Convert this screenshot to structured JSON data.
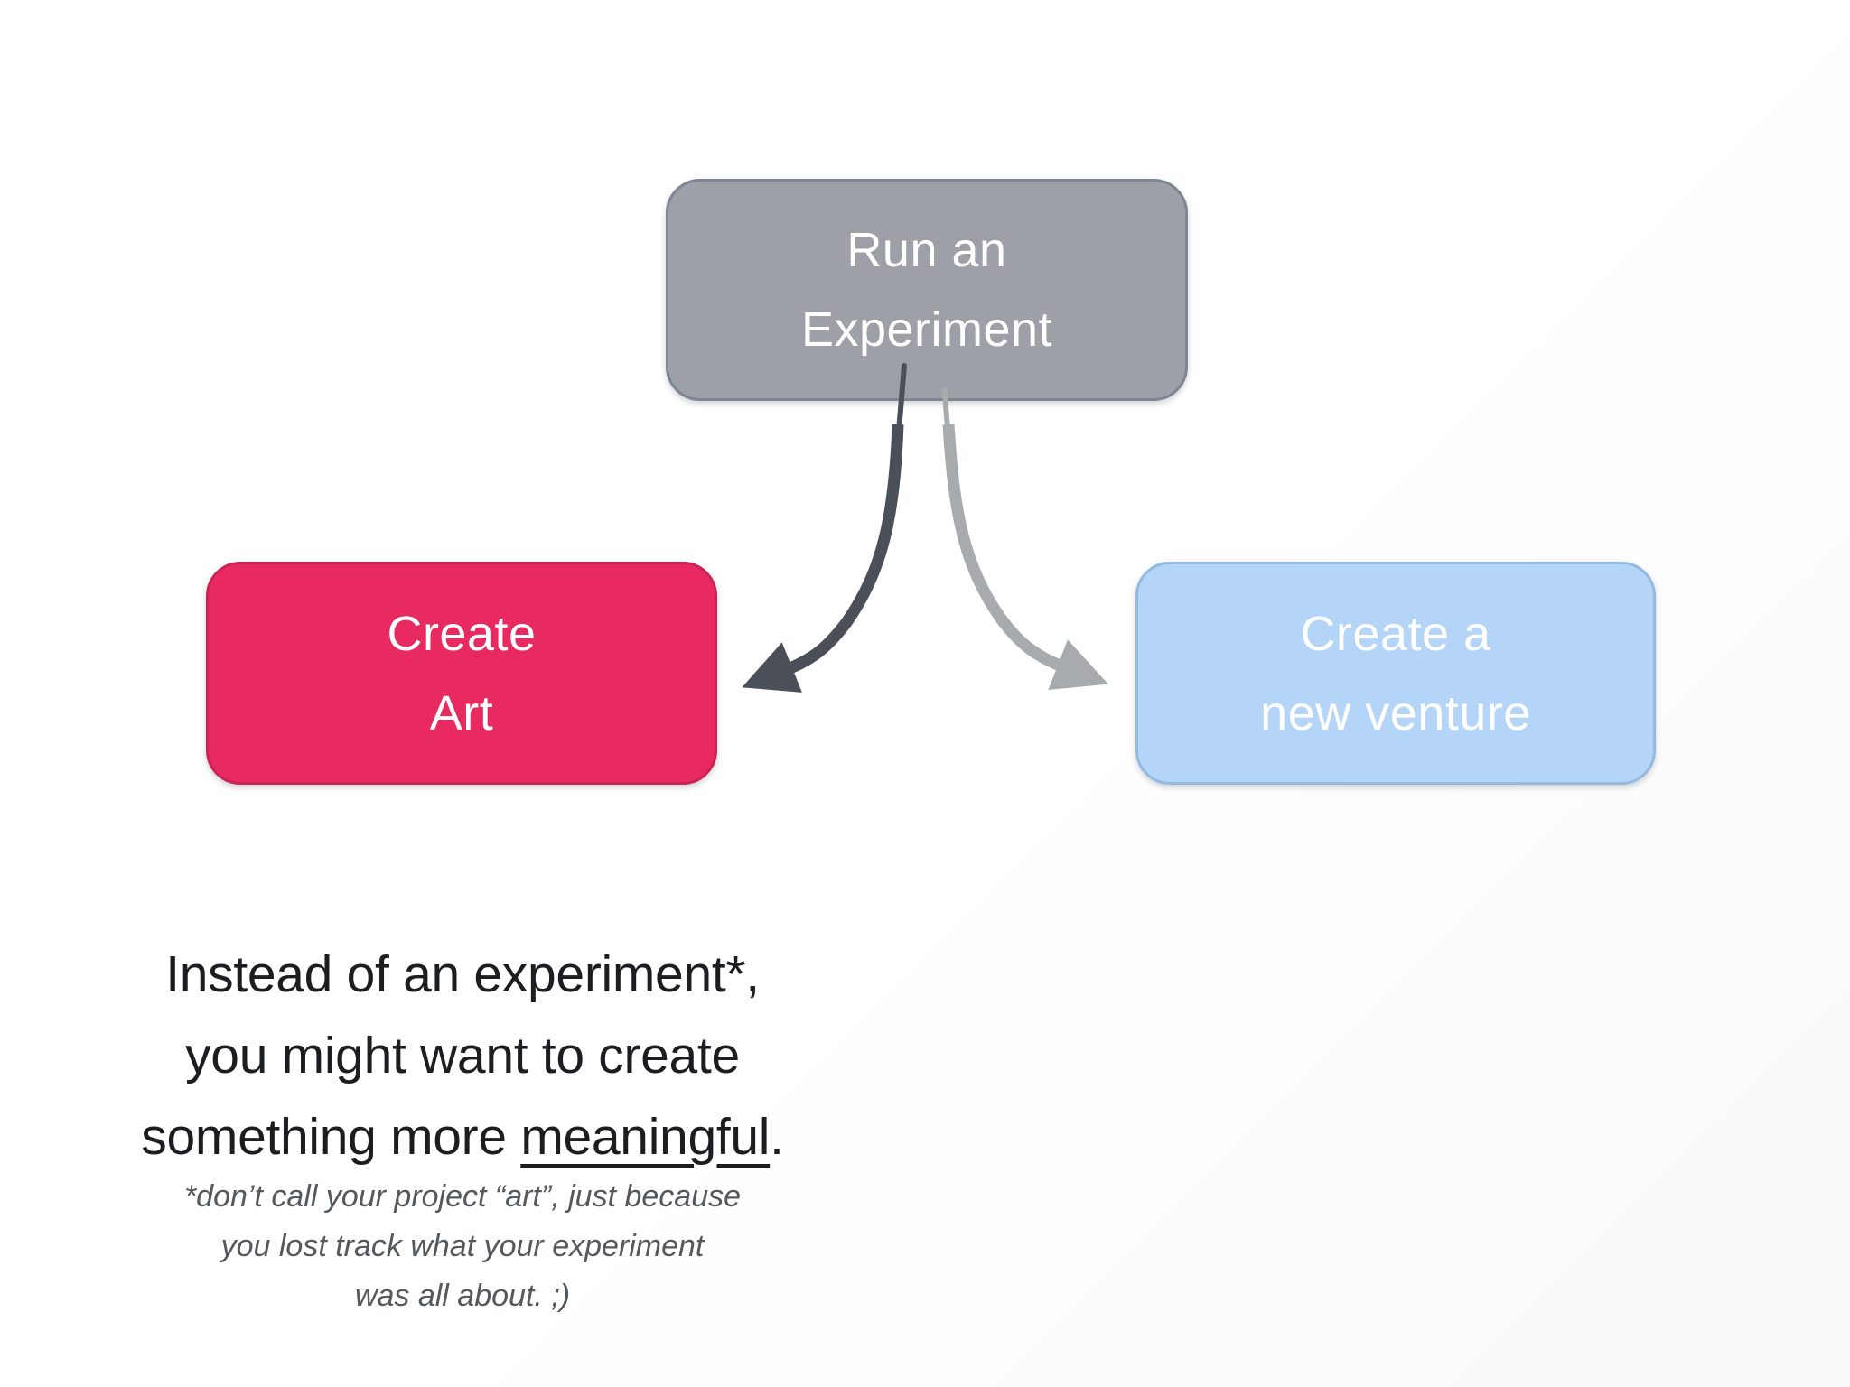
{
  "slide": {
    "background": "#ffffff"
  },
  "diagram": {
    "nodes": {
      "experiment": {
        "label": "Run an\nExperiment",
        "fill": "#9da0a6",
        "border": "#7e8594",
        "text_color": "#ffffff"
      },
      "art": {
        "label": "Create\nArt",
        "fill": "#e92a60",
        "border": "#cb2356",
        "text_color": "#ffffff"
      },
      "venture": {
        "label": "Create a\nnew venture",
        "fill": "#b4d5f7",
        "border": "#93bbe2",
        "text_color": "#ffffff"
      }
    },
    "arrows": {
      "to_art": {
        "color": "#4a4f58"
      },
      "to_venture": {
        "color": "#a8abae"
      }
    }
  },
  "caption": {
    "prefix": "Instead of an experiment*,\nyou might want to create\nsomething more ",
    "underlined": "meaningful",
    "suffix": ".",
    "color": "#1b1d20"
  },
  "footnote": {
    "text": "*don’t call your project “art”, just because\nyou lost track what your experiment\nwas all about. ;)",
    "color": "#55585d"
  }
}
